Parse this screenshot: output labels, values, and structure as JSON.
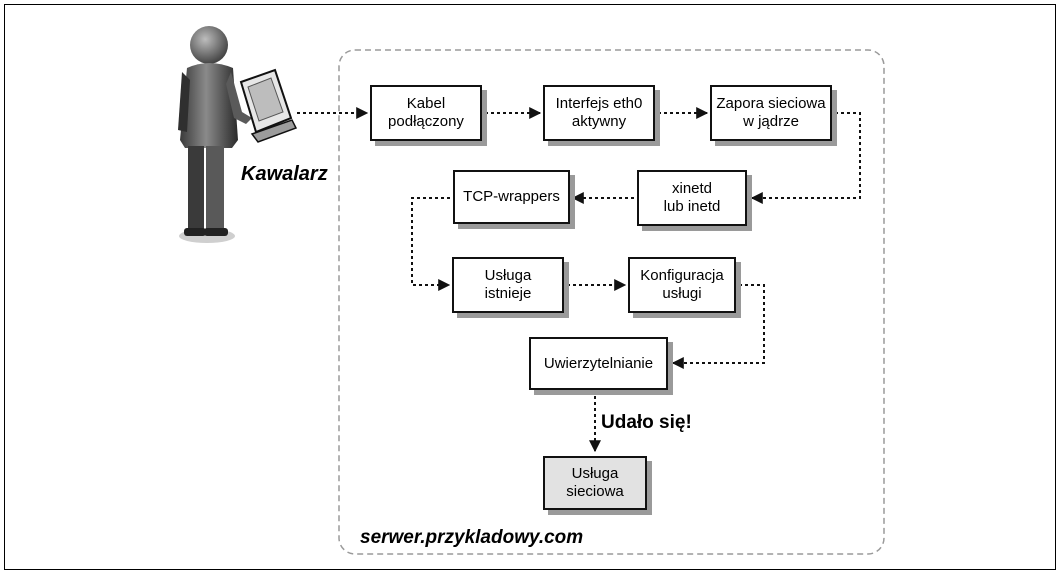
{
  "actor": {
    "label": "Kawalarz"
  },
  "server": {
    "label": "serwer.przykladowy.com"
  },
  "nodes": {
    "cable": "Kabel\npodłączony",
    "eth0": "Interfejs eth0\naktywny",
    "firewall": "Zapora sieciowa\nw jądrze",
    "xinetd": "xinetd\nlub inetd",
    "tcpwrappers": "TCP-wrappers",
    "service_exists": "Usługa\nistnieje",
    "service_config": "Konfiguracja\nusługi",
    "auth": "Uwierzytelnianie",
    "network_service": "Usługa\nsieciowa"
  },
  "success_label": "Udało się!",
  "colors": {
    "line": "#111111",
    "shadow": "#9a9a9a",
    "highlight_fill": "#e2e2e2",
    "container_border": "#9a9a9a"
  },
  "icons": [
    "person-icon",
    "laptop-icon"
  ]
}
